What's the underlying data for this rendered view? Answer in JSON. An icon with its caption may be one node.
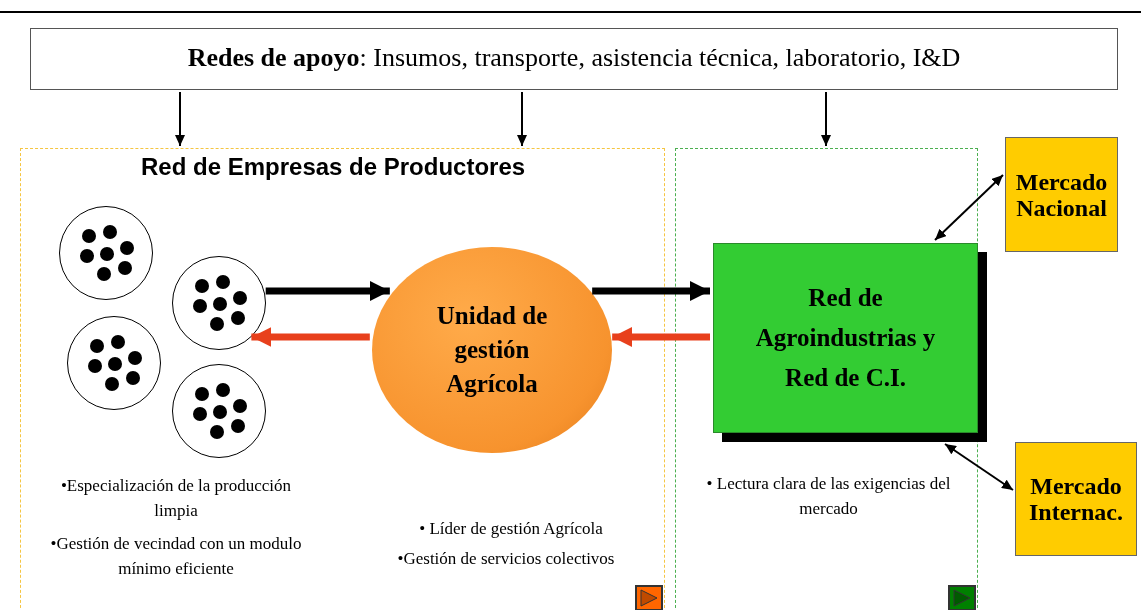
{
  "diagram": {
    "nodes": [
      {
        "text": [
          "**Redes de apoyo**: Insumos, transporte, asistencia técnica, laboratorio, I&D"
        ]
      },
      {
        "text": [
          "Red de Empresas de Productores",
          "•Especialización de  la producción limpia",
          "•Gestión de vecindad con un modulo mínimo eficiente",
          "• Líder de gestión Agrícola",
          "•Gestión de servicios colectivos"
        ]
      },
      {
        "text": [],
        "shape": "circle",
        "in": 1
      },
      {
        "text": [],
        "shape": "circle",
        "in": 1
      },
      {
        "text": [],
        "shape": "circle",
        "in": 1
      },
      {
        "text": [],
        "shape": "circle",
        "in": 1
      },
      {
        "text": [
          "Unidad de gestión Agrícola"
        ],
        "in": 1
      },
      {
        "text": [
          "• Lectura clara de las exigencias del mercado"
        ]
      },
      {
        "text": [
          "Red de Agroindustrias y Red de C.I."
        ],
        "in": 7
      },
      {
        "text": [
          "Mercado Nacional"
        ]
      },
      {
        "text": [
          "Mercado Internac."
        ]
      }
    ],
    "edges": [
      {
        "from": 0,
        "to": 1,
        "arrow": "to"
      },
      {
        "from": 0,
        "to": 1,
        "arrow": "to"
      },
      {
        "from": 0,
        "to": 7,
        "arrow": "to"
      },
      {
        "from": 3,
        "to": 6,
        "arrow": "to",
        "style": "thick"
      },
      {
        "from": 6,
        "to": 3,
        "arrow": "to",
        "style": "thick",
        "color": "#e8401c"
      },
      {
        "from": 6,
        "to": 8,
        "arrow": "to",
        "style": "thick"
      },
      {
        "from": 8,
        "to": 6,
        "arrow": "to",
        "style": "thick",
        "color": "#e8401c"
      },
      {
        "from": 8,
        "to": 9,
        "arrow": "both"
      },
      {
        "from": 8,
        "to": 10,
        "arrow": "both"
      }
    ]
  }
}
